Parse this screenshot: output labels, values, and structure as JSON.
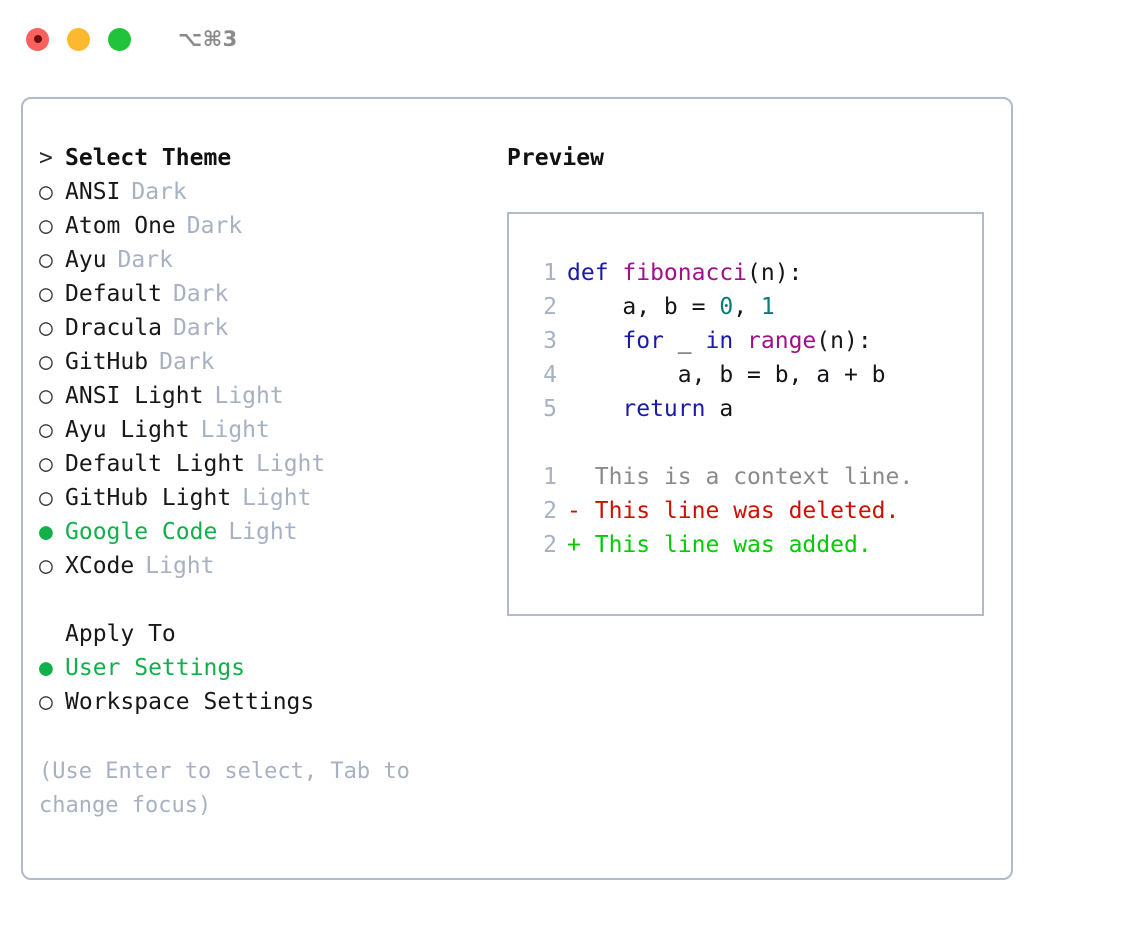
{
  "titlebar": {
    "shortcut": "⌥⌘3",
    "buttons": [
      {
        "name": "close",
        "color": "#f9615e"
      },
      {
        "name": "minimize",
        "color": "#fdb92e"
      },
      {
        "name": "maximize",
        "color": "#22c33c"
      }
    ]
  },
  "theme_picker": {
    "heading_marker": ">",
    "heading": "Select Theme",
    "items": [
      {
        "marker": "○",
        "label": "ANSI",
        "suffix": "Dark",
        "selected": false
      },
      {
        "marker": "○",
        "label": "Atom One",
        "suffix": "Dark",
        "selected": false
      },
      {
        "marker": "○",
        "label": "Ayu",
        "suffix": "Dark",
        "selected": false
      },
      {
        "marker": "○",
        "label": "Default",
        "suffix": "Dark",
        "selected": false
      },
      {
        "marker": "○",
        "label": "Dracula",
        "suffix": "Dark",
        "selected": false
      },
      {
        "marker": "○",
        "label": "GitHub",
        "suffix": "Dark",
        "selected": false
      },
      {
        "marker": "○",
        "label": "ANSI Light",
        "suffix": "Light",
        "selected": false
      },
      {
        "marker": "○",
        "label": "Ayu Light",
        "suffix": "Light",
        "selected": false
      },
      {
        "marker": "○",
        "label": "Default Light",
        "suffix": "Light",
        "selected": false
      },
      {
        "marker": "○",
        "label": "GitHub Light",
        "suffix": "Light",
        "selected": false
      },
      {
        "marker": "●",
        "label": "Google Code",
        "suffix": "Light",
        "selected": true
      },
      {
        "marker": "○",
        "label": "XCode",
        "suffix": "Light",
        "selected": false
      }
    ]
  },
  "apply_to": {
    "heading": "Apply To",
    "items": [
      {
        "marker": "●",
        "label": "User Settings",
        "selected": true
      },
      {
        "marker": "○",
        "label": "Workspace Settings",
        "selected": false
      }
    ]
  },
  "hint": {
    "line1": "(Use Enter to select, Tab to",
    "line2": "change focus)"
  },
  "preview": {
    "heading": "Preview",
    "code_lines": [
      {
        "number": "1",
        "tokens": [
          {
            "text": "def ",
            "type": "kw"
          },
          {
            "text": "fibonacci",
            "type": "fn"
          },
          {
            "text": "(n):",
            "type": "punct"
          }
        ]
      },
      {
        "number": "2",
        "tokens": [
          {
            "text": "    a, b = ",
            "type": "txt"
          },
          {
            "text": "0",
            "type": "num"
          },
          {
            "text": ", ",
            "type": "punct"
          },
          {
            "text": "1",
            "type": "num"
          }
        ]
      },
      {
        "number": "3",
        "tokens": [
          {
            "text": "    ",
            "type": "txt"
          },
          {
            "text": "for",
            "type": "kw"
          },
          {
            "text": " _ ",
            "type": "txt"
          },
          {
            "text": "in",
            "type": "kw"
          },
          {
            "text": " ",
            "type": "txt"
          },
          {
            "text": "range",
            "type": "fn"
          },
          {
            "text": "(n):",
            "type": "punct"
          }
        ]
      },
      {
        "number": "4",
        "tokens": [
          {
            "text": "        a, b = b, a + b",
            "type": "txt"
          }
        ]
      },
      {
        "number": "5",
        "tokens": [
          {
            "text": "    ",
            "type": "txt"
          },
          {
            "text": "return",
            "type": "kw"
          },
          {
            "text": " a",
            "type": "txt"
          }
        ]
      }
    ],
    "diff_lines": [
      {
        "number": "1",
        "marker": " ",
        "text": "This is a context line.",
        "type": "ctx"
      },
      {
        "number": "2",
        "marker": "-",
        "text": "This line was deleted.",
        "type": "del"
      },
      {
        "number": "2",
        "marker": "+",
        "text": "This line was added.",
        "type": "add"
      }
    ]
  },
  "colors": {
    "accent_green": "#11b04a",
    "muted": "#a8b1c1",
    "border": "#b2bbc9",
    "keyword": "#1a1aaa",
    "function": "#a0108c",
    "number": "#0b7a78",
    "diff_added": "#00cc00",
    "diff_deleted": "#cc1100",
    "diff_context": "#8a8a8a"
  }
}
